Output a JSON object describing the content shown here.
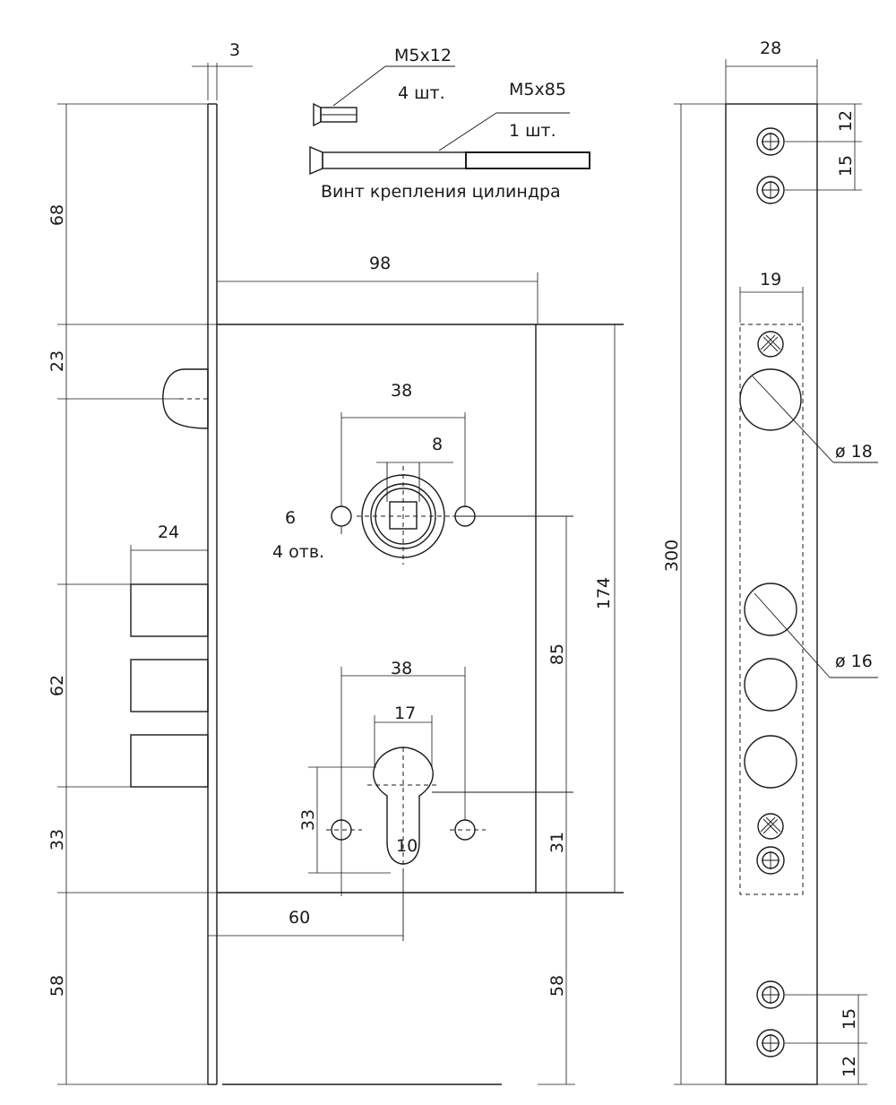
{
  "screws": {
    "short_size": "M5x12",
    "short_qty": "4 шт.",
    "long_size": "M5x85",
    "long_qty": "1 шт.",
    "caption": "Винт крепления цилиндра"
  },
  "dimensions": {
    "faceplate_thickness": "3",
    "top_to_body": "68",
    "latch_offset": "23",
    "bolt_length": "24",
    "bolt_span": "62",
    "bolt_to_bottom": "33",
    "bottom_extension": "58",
    "backset": "60",
    "body_depth": "98",
    "body_height": "174",
    "handle_holes_spacing": "38",
    "spindle_square": "8",
    "hole_diameter": "6",
    "hole_count": "4 отв.",
    "handle_to_cylinder": "85",
    "cylinder_holes_spacing": "38",
    "cylinder_width": "17",
    "cylinder_holes_height": "33",
    "cylinder_slot": "10",
    "cylinder_to_bottom": "31",
    "right_bottom_extension": "58",
    "faceplate_width": "28",
    "screw_top_offset": "12",
    "screw_spacing_top": "15",
    "cutout_width": "19",
    "faceplate_length": "300",
    "latch_hole_dia": "ø 18",
    "bolt_hole_dia": "ø 16",
    "screw_spacing_bottom": "15",
    "screw_bottom_offset": "12"
  }
}
